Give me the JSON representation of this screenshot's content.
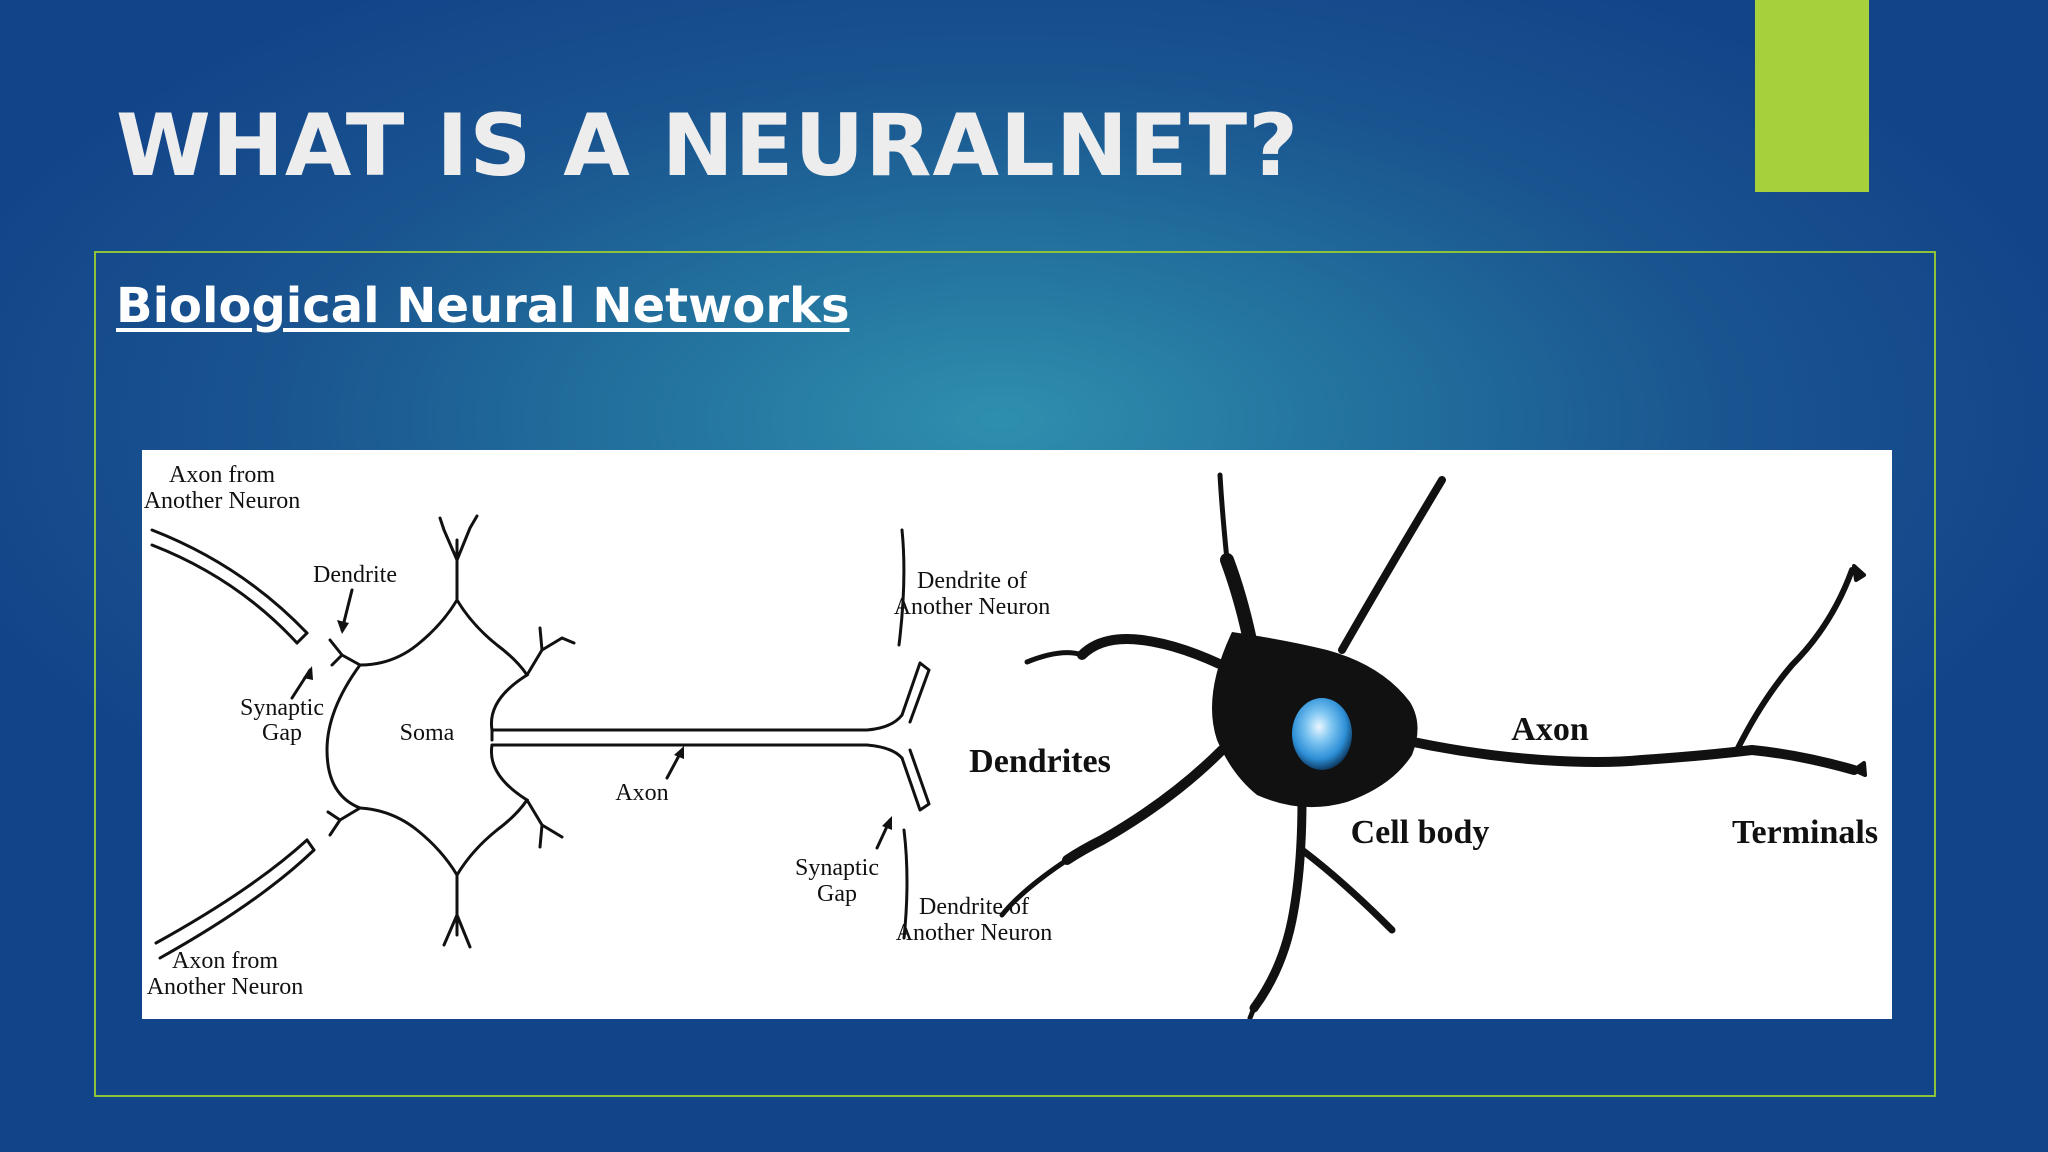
{
  "slide": {
    "title": "WHAT IS A NEURALNET?",
    "subtitle": "Biological Neural Networks",
    "accent_color": "#a7d13a",
    "frame_color": "#8fc23b"
  },
  "diagram_left": {
    "axon_top_line1": "Axon from",
    "axon_top_line2": "Another Neuron",
    "dendrite": "Dendrite",
    "synaptic_left_line1": "Synaptic",
    "synaptic_left_line2": "Gap",
    "soma": "Soma",
    "axon": "Axon",
    "axon_bottom_line1": "Axon from",
    "axon_bottom_line2": "Another Neuron",
    "dendrite_top_line1": "Dendrite of",
    "dendrite_top_line2": "Another Neuron",
    "synaptic_right_line1": "Synaptic",
    "synaptic_right_line2": "Gap",
    "dendrite_bottom_line1": "Dendrite of",
    "dendrite_bottom_line2": "Another Neuron"
  },
  "diagram_right": {
    "dendrites": "Dendrites",
    "axon": "Axon",
    "cell_body": "Cell body",
    "terminals": "Terminals"
  }
}
